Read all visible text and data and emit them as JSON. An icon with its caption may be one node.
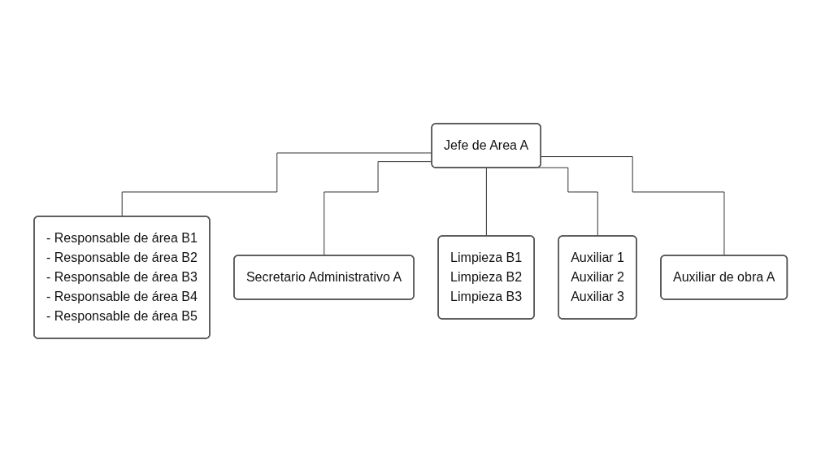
{
  "diagram": {
    "nodes": [
      {
        "text": [
          "Jefe de Area A"
        ]
      },
      {
        "text": [
          "- Responsable de área B1",
          "- Responsable de área B2",
          "- Responsable de área B3",
          "- Responsable de área B4",
          "- Responsable de área B5"
        ]
      },
      {
        "text": [
          "Secretario Administrativo A"
        ]
      },
      {
        "text": [
          "Limpieza B1",
          "Limpieza B2",
          "Limpieza B3"
        ]
      },
      {
        "text": [
          "Auxiliar 1",
          "Auxiliar 2",
          "Auxiliar 3"
        ]
      },
      {
        "text": [
          "Auxiliar de obra A"
        ]
      }
    ],
    "edges": [
      {
        "from": 0,
        "to": 1,
        "arrow": "none"
      },
      {
        "from": 0,
        "to": 2,
        "arrow": "none"
      },
      {
        "from": 0,
        "to": 3,
        "arrow": "none"
      },
      {
        "from": 0,
        "to": 4,
        "arrow": "none"
      },
      {
        "from": 0,
        "to": 5,
        "arrow": "none"
      }
    ]
  }
}
